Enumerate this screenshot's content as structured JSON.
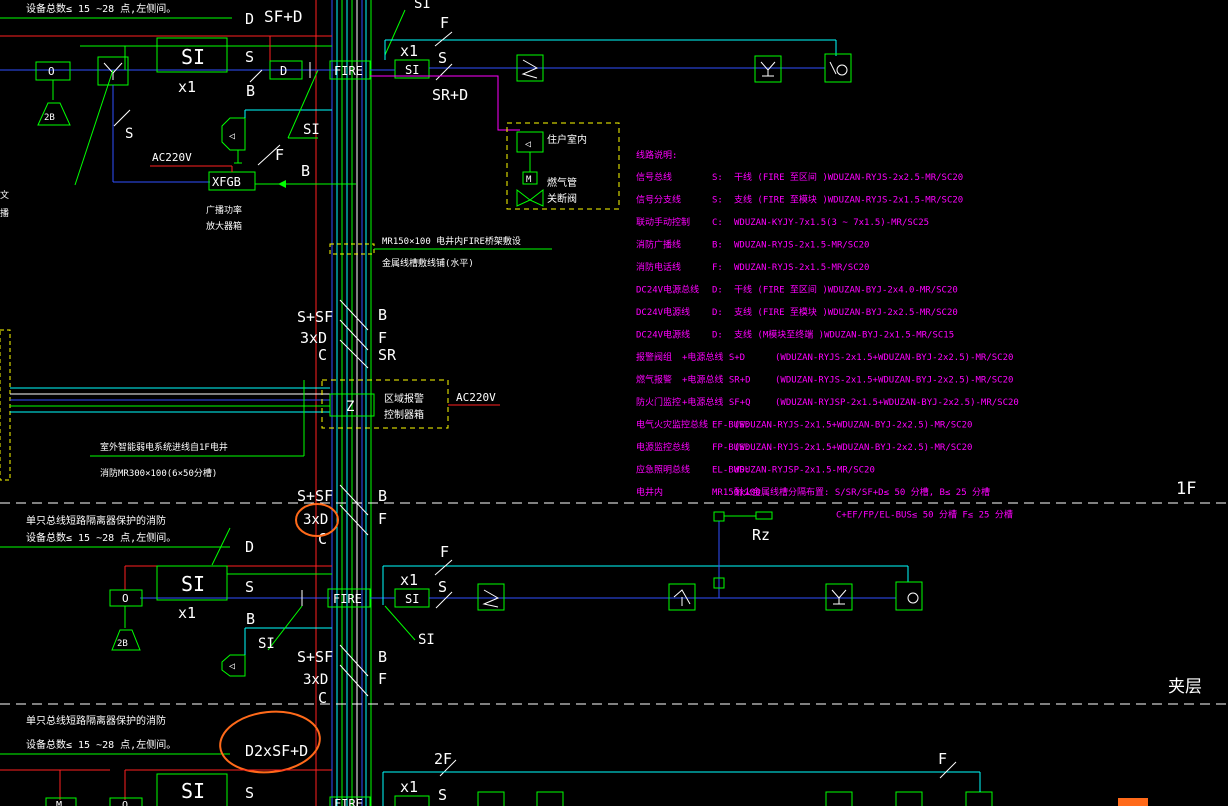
{
  "colors": {
    "bg": "#000000",
    "green": "#00ff00",
    "cyan": "#00ffff",
    "blue": "#3050ff",
    "red": "#ff2020",
    "magenta": "#ff00ff",
    "yellow": "#ffff00",
    "white": "#ffffff",
    "orange": "#ff6a1a"
  },
  "labels": {
    "sf_d_top": "SF+D",
    "d_top": "D",
    "s1_top_right": "SI",
    "f_top": "F",
    "s_top": "S",
    "sr_d": "SR+D",
    "si_big": "SI",
    "x1_left": "x1",
    "x1_right": "x1",
    "s_a": "S",
    "d_box": "D",
    "fire": "FIRE",
    "si_small": "SI",
    "b_a": "B",
    "s1_a": "SI",
    "f_a": "F",
    "b_xfgb": "B",
    "ac220v_a": "AC220V",
    "xfgb": "XFGB",
    "broadcast_amp": "广播功率\n放大器箱",
    "s_left": "S",
    "o_box": "O",
    "top_note_1": "设备总数≤ 15 ~28 点,左侧间。",
    "household_valve_title": "住户室内",
    "gas_valve": "燃气管\n关断阀",
    "m_label": "M",
    "mr150_title": "MR150×100 电井内FIRE桥架敷设",
    "mr150_sub": "金属线槽敷线铺(水平)",
    "bus_b": "B",
    "bus_f": "F",
    "bus_sr": "SR",
    "bus_ssf": "S+SF",
    "bus_3xd": "3xD",
    "bus_c": "C",
    "z_label": "Z",
    "zone_panel": "区域报警\n控制器箱",
    "ac220v_b": "AC220V",
    "outdoor_note": "室外智能弱电系统进线自1F电井",
    "mr300": "消防MR300×100(6×50分槽)",
    "floor_1f": "1F",
    "floor_mezz": "夹层",
    "ssf_2": "S+SF",
    "b_2": "B",
    "three_xd_2": "3xD",
    "f_2": "F",
    "c_2": "C",
    "note2_1": "单只总线短路隔离器保护的消防",
    "note2_2": "设备总数≤ 15 ~28 点,左侧间。",
    "d_2": "D",
    "si_big_2": "SI",
    "x1_2": "x1",
    "s_2": "S",
    "b_2b": "B",
    "s1_2": "SI",
    "fire_2": "FIRE",
    "si_small_2": "SI",
    "x1_2r": "x1",
    "s_2r": "S",
    "f_2r": "F",
    "s1_2b": "SI",
    "rz": "Rz",
    "o_2": "O",
    "ssf_3": "S+SF",
    "b_3": "B",
    "three_xd_3": "3xD",
    "f_3": "F",
    "c_3": "C",
    "note3_1": "单只总线短路隔离器保护的消防",
    "note3_2": "设备总数≤ 15 ~28 点,左侧间。",
    "d2xsfd": "D2xSF+D",
    "s_3": "S",
    "si_big_3": "SI",
    "m_3": "M",
    "o_3": "O",
    "fire_3": "FIRE",
    "x1_3": "x1",
    "s_3r": "S",
    "f2": "2F",
    "f_3r": "F"
  },
  "legend": {
    "title": "线路说明:",
    "rows": [
      {
        "name": "信号总线",
        "code": "S:",
        "desc": "干线  (FIRE 至区间    )WDUZAN-RYJS-2x2.5-MR/SC20"
      },
      {
        "name": "信号分支线",
        "code": "S:",
        "desc": "支线  (FIRE 至模块    )WDUZAN-RYJS-2x1.5-MR/SC20"
      },
      {
        "name": "联动手动控制",
        "code": "C:",
        "desc": "WDUZAN-KYJY-7x1.5(3   ~ 7x1.5)-MR/SC25"
      },
      {
        "name": "消防广播线",
        "code": "B:",
        "desc": "WDUZAN-RYJS-2x1.5-MR/SC20"
      },
      {
        "name": "消防电话线",
        "code": "F:",
        "desc": "WDUZAN-RYJS-2x1.5-MR/SC20"
      },
      {
        "name": "DC24V电源总线",
        "code": "D:",
        "desc": "干线  (FIRE 至区间    )WDUZAN-BYJ-2x4.0-MR/SC20"
      },
      {
        "name": "DC24V电源线",
        "code": "D:",
        "desc": "支线  (FIRE 至模块    )WDUZAN-BYJ-2x2.5-MR/SC20"
      },
      {
        "name": "DC24V电源线",
        "code": "D:",
        "desc": "支线  (M模块至终端       )WDUZAN-BYJ-2x1.5-MR/SC15"
      },
      {
        "name": "报警阀组",
        "code": "+电源总线      S+D",
        "desc": "(WDUZAN-RYJS-2x1.5+WDUZAN-BYJ-2x2.5)-MR/SC20"
      },
      {
        "name": "燃气报警",
        "code": "+电源总线      SR+D",
        "desc": "(WDUZAN-RYJS-2x1.5+WDUZAN-BYJ-2x2.5)-MR/SC20"
      },
      {
        "name": "防火门监控",
        "code": "+电源总线      SF+Q",
        "desc": "(WDUZAN-RYJSP-2x1.5+WDUZAN-BYJ-2x2.5)-MR/SC20"
      },
      {
        "name": "电气火灾监控总线",
        "code": "EF-BUS:",
        "desc": "(WDUZAN-RYJS-2x1.5+WDUZAN-BYJ-2x2.5)-MR/SC20"
      },
      {
        "name": "电源监控总线",
        "code": "FP-BUS:",
        "desc": "(WDUZAN-RYJS-2x1.5+WDUZAN-BYJ-2x2.5)-MR/SC20"
      },
      {
        "name": "应急照明总线",
        "code": "EL-BUS:",
        "desc": "WDUZAN-RYJSP-2x1.5-MR/SC20"
      },
      {
        "name": "电井内",
        "code": "MR150x100",
        "desc": "耐火金属线槽分隔布置:             S/SR/SF+D≤ 50 分槽,  B≤ 25 分槽"
      },
      {
        "name": "",
        "code": "",
        "desc": "C+EF/FP/EL-BUS≤ 50 分槽     F≤ 25 分槽"
      }
    ]
  }
}
